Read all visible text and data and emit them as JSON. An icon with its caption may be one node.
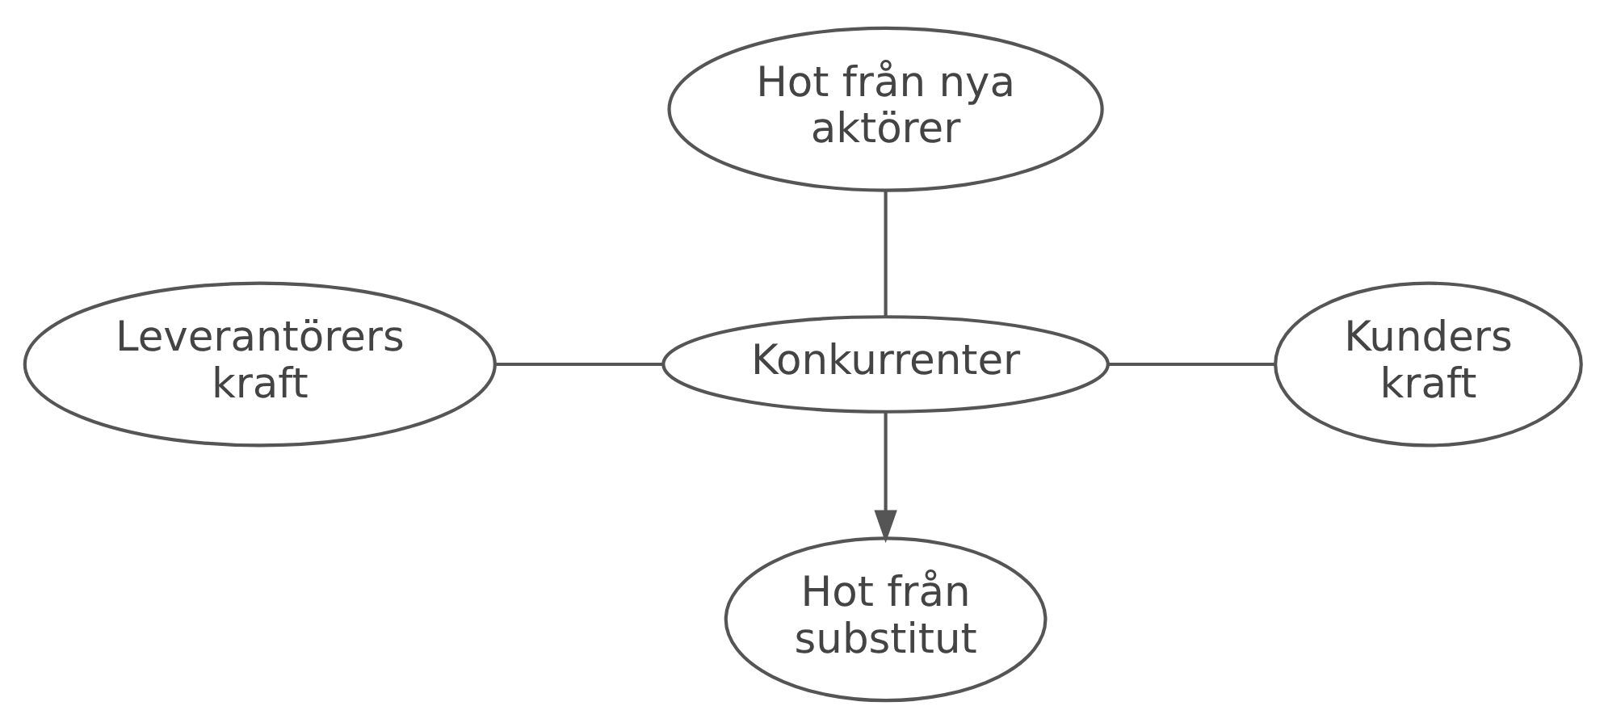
{
  "diagram": {
    "nodes": [
      {
        "text": [
          "Hot från nya aktörer"
        ]
      },
      {
        "text": [
          "Leverantörers kraft"
        ]
      },
      {
        "text": [
          "Konkurrenter"
        ]
      },
      {
        "text": [
          "Kunders kraft"
        ]
      },
      {
        "text": [
          "Hot från substitut"
        ]
      }
    ],
    "edges": [
      {
        "from": 2,
        "to": 0,
        "arrow": "none"
      },
      {
        "from": 1,
        "to": 2,
        "arrow": "none"
      },
      {
        "from": 2,
        "to": 3,
        "arrow": "none"
      },
      {
        "from": 2,
        "to": 4,
        "arrow": "to"
      }
    ]
  }
}
